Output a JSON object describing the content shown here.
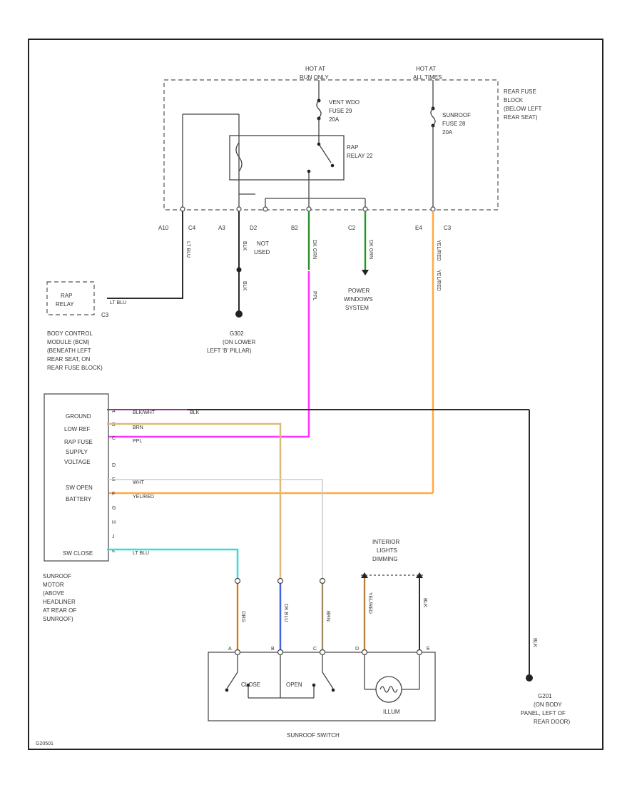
{
  "frame": {
    "corner_code": "G20501"
  },
  "rear_fuse_block": {
    "label": [
      "REAR FUSE",
      "BLOCK",
      "(BELOW LEFT",
      "REAR SEAT)"
    ],
    "hot_run": [
      "HOT AT",
      "RUN ONLY"
    ],
    "hot_all": [
      "HOT AT",
      "ALL TIMES"
    ],
    "vent_fuse": [
      "VENT WDO",
      "FUSE 29",
      "20A"
    ],
    "rap_relay": [
      "RAP",
      "RELAY 22"
    ],
    "sunroof_fuse": [
      "SUNROOF",
      "FUSE 28",
      "20A"
    ]
  },
  "connector_ids": [
    "A10",
    "C4",
    "A3",
    "D2",
    "B2",
    "C2",
    "E4",
    "C3"
  ],
  "not_used": [
    "NOT",
    "USED"
  ],
  "wire_colors": {
    "lt_blu": "LT BLU",
    "blk": "BLK",
    "ppl": "PPL",
    "dk_grn": "DK GRN",
    "yel_red": "YEL/RED",
    "blk_wht": "BLK/WHT",
    "brn": "BRN",
    "wht": "WHT",
    "org": "ORG",
    "dk_blu": "DK BLU"
  },
  "rap_relay_module": {
    "label": [
      "RAP",
      "RELAY"
    ],
    "pin": "C3"
  },
  "bcm": [
    "BODY CONTROL",
    "MODULE (BCM)",
    "(BENEATH LEFT",
    "REAR SEAT, ON",
    "REAR FUSE BLOCK)"
  ],
  "ground_g302": [
    "G302",
    "(ON LOWER",
    "LEFT 'B' PILLAR)"
  ],
  "power_windows": [
    "POWER",
    "WINDOWS",
    "SYSTEM"
  ],
  "motor_module": {
    "terminals": [
      {
        "label": "GROUND",
        "pin": "A"
      },
      {
        "label": "LOW REF",
        "pin": "B"
      },
      {
        "label": "RAP FUSE",
        "pin": "C"
      },
      {
        "label": "SUPPLY",
        "pin": ""
      },
      {
        "label": "VOLTAGE",
        "pin": ""
      },
      {
        "label": "",
        "pin": "D"
      },
      {
        "label": "SW OPEN",
        "pin": "E"
      },
      {
        "label": "BATTERY",
        "pin": "F"
      },
      {
        "label": "",
        "pin": "G"
      },
      {
        "label": "",
        "pin": "H"
      },
      {
        "label": "",
        "pin": "J"
      },
      {
        "label": "SW CLOSE",
        "pin": "K"
      }
    ],
    "location": [
      "SUNROOF",
      "MOTOR",
      "(ABOVE",
      "HEADLINER",
      "AT REAR OF",
      "SUNROOF)"
    ]
  },
  "interior_lights": [
    "INTERIOR",
    "LIGHTS",
    "DIMMING"
  ],
  "switch": {
    "title": "SUNROOF SWITCH",
    "close": "CLOSE",
    "open": "OPEN",
    "illum": "ILLUM",
    "pins": [
      "A",
      "B",
      "C",
      "D",
      "E"
    ]
  },
  "ground_g201": [
    "G201",
    "(ON BODY",
    "PANEL, LEFT OF",
    "REAR DOOR)"
  ],
  "colors": {
    "black": "#2b2b2b",
    "ppl": "#ff33ff",
    "dk_grn": "#33cc33",
    "yel_red": "#ffaa44",
    "brn": "#ddbb77",
    "wht": "#cccccc",
    "lt_blu": "#33dddd",
    "dk_blu": "#4466dd"
  }
}
